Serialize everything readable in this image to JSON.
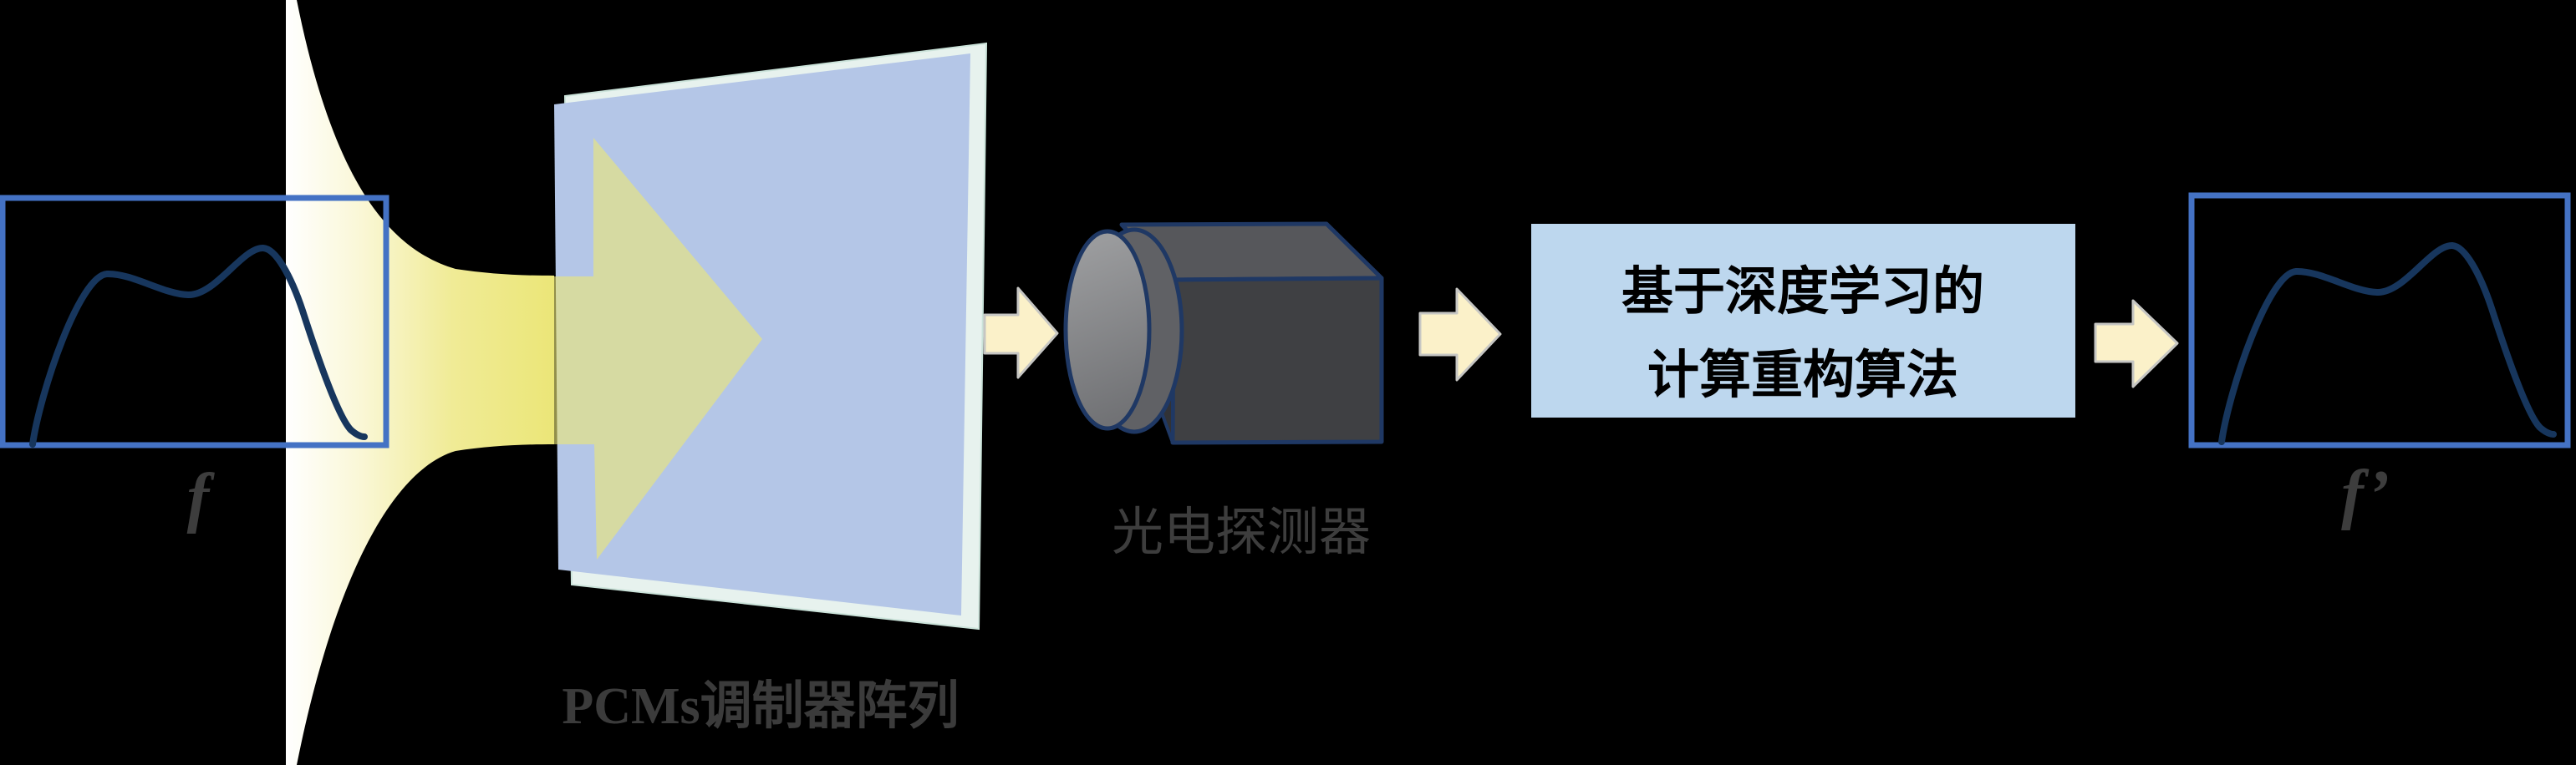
{
  "figure": {
    "background": "#000000",
    "input_spectrum": {
      "label": "f"
    },
    "output_spectrum": {
      "label": "f’"
    },
    "modulator": {
      "label": "PCMs调制器阵列"
    },
    "detector": {
      "label": "光电探测器"
    },
    "algorithm_box": {
      "line1": "基于深度学习的",
      "line2": "计算重构算法"
    },
    "colors": {
      "plot_border": "#4472C4",
      "curve_navy": "#17365D",
      "outline_navy": "#1F3864",
      "beam_yellow": "#EBE678",
      "beam_white": "#FFFFFF",
      "panel_blue": "#B4C6E7",
      "panel_glass": "#E7F2EE",
      "algorithm_box_fill": "#BDD7EE",
      "arrow_cream": "#FBF1C9",
      "arrow_outline": "#C6C6C3",
      "detector_front": "#3F4043",
      "detector_top": "#56575B",
      "lens_gray": "#8F9092",
      "label_gray": "#3D3D3D"
    }
  }
}
